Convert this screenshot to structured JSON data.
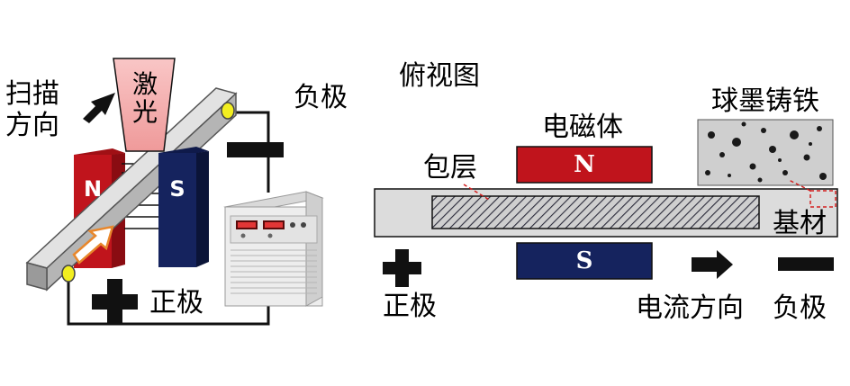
{
  "left": {
    "scan_direction": [
      "扫描",
      "方向"
    ],
    "laser": [
      "激",
      "光"
    ],
    "negative": "负极",
    "positive": "正极",
    "magnet_n": "N",
    "magnet_s": "S"
  },
  "right": {
    "top_view": "俯视图",
    "electromagnet": "电磁体",
    "cladding": "包层",
    "ductile_iron": "球墨铸铁",
    "substrate": "基材",
    "magnet_n": "N",
    "magnet_s": "S",
    "positive": "正极",
    "current_direction": "电流方向",
    "negative": "负极"
  },
  "colors": {
    "magnet_red": "#c0141c",
    "magnet_blue": "#15235e",
    "laser_pink": "#f7b5b5",
    "bar_gray": "#c8c8c8",
    "terminal_yellow": "#f2ee20"
  }
}
